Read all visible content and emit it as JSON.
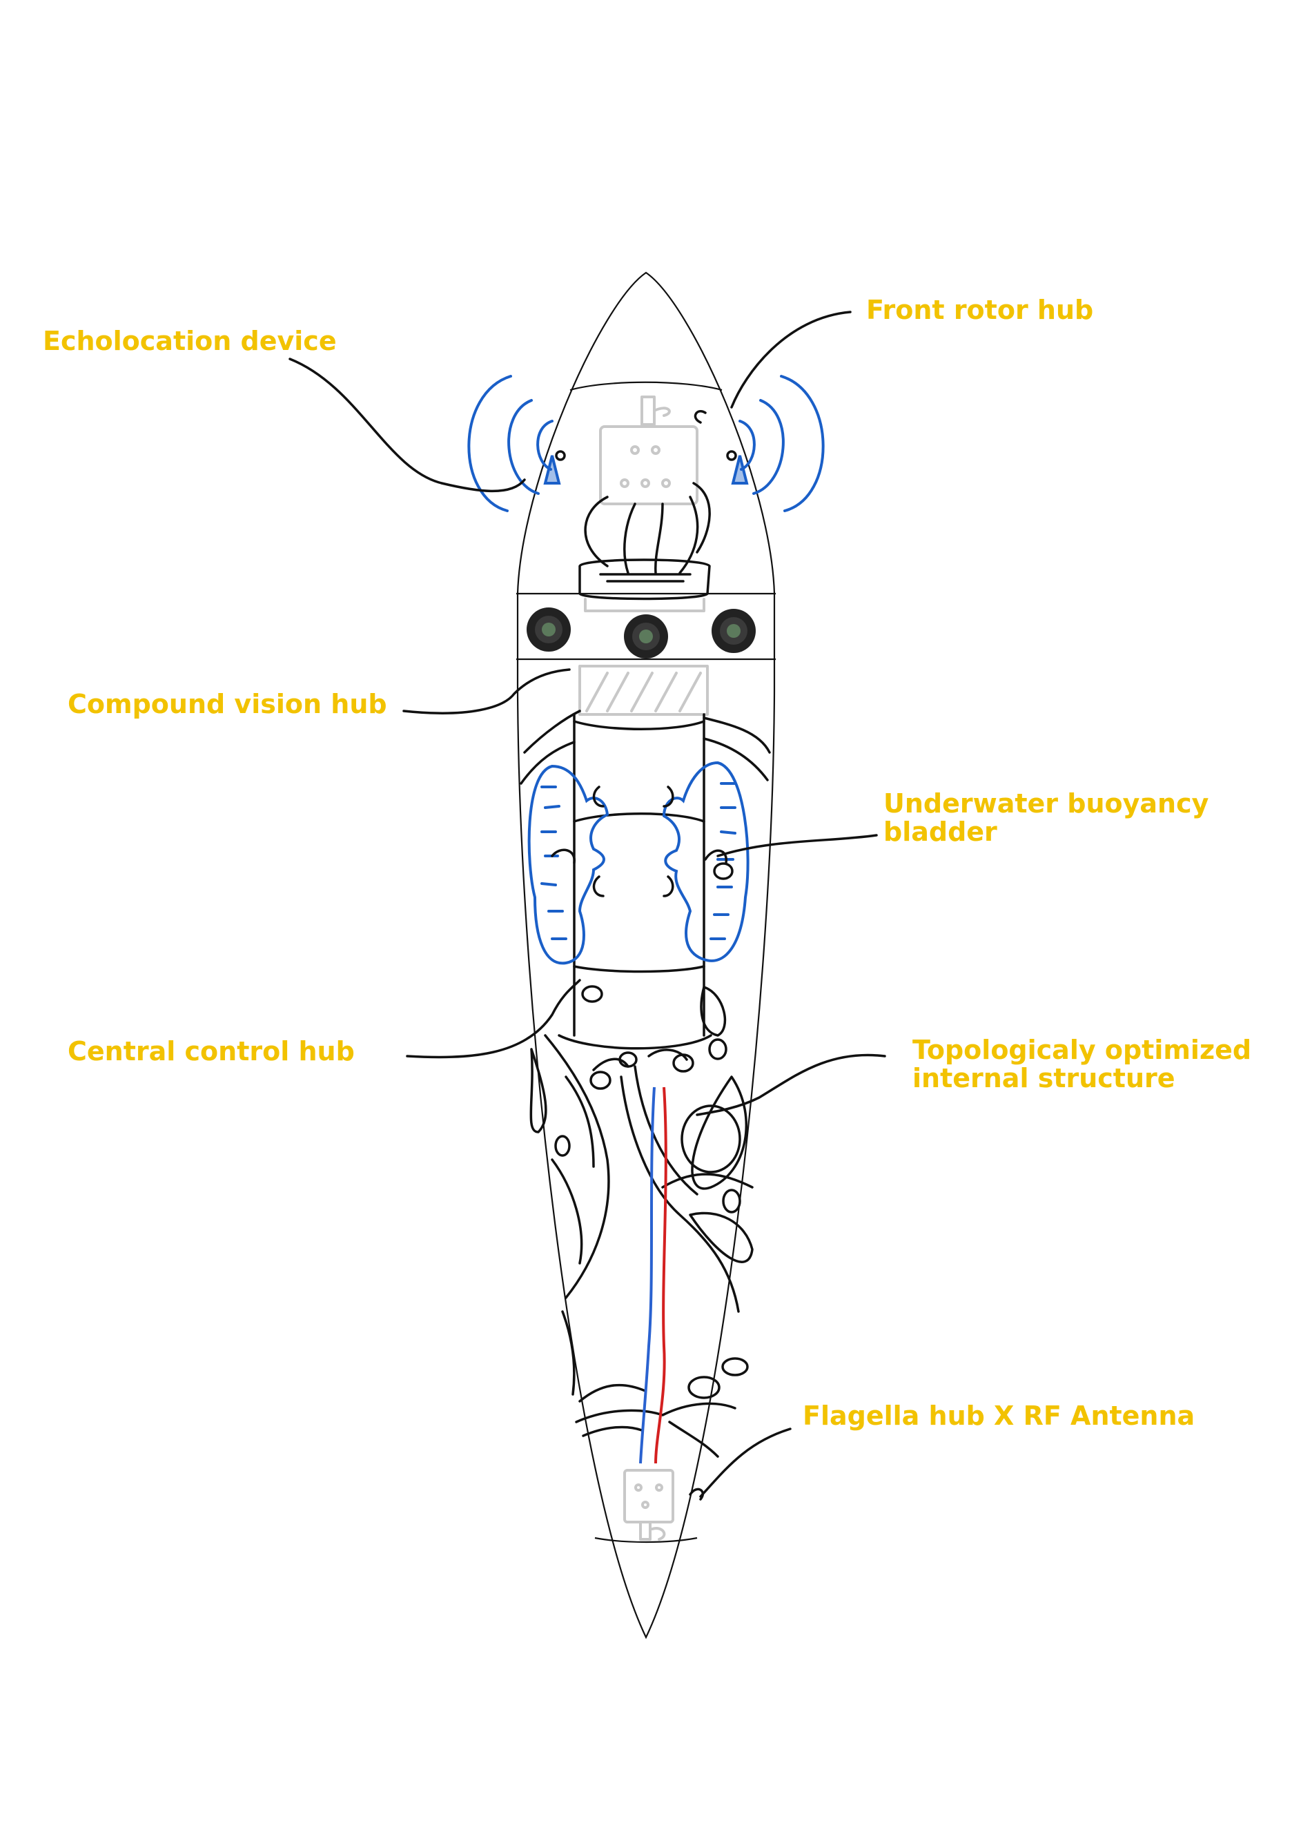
{
  "labels": {
    "echolocation": "Echolocation device",
    "front_rotor": "Front rotor hub",
    "compound_vision": "Compound vision hub",
    "buoyancy_line1": "Underwater buoyancy",
    "buoyancy_line2": "bladder",
    "central_control": "Central control hub",
    "topology_line1": "Topologicaly optimized",
    "topology_line2": "internal structure",
    "flagella": "Flagella hub X RF Antenna"
  },
  "colors": {
    "label": "#f2c200",
    "outline": "#111111",
    "bladder": "#1a5fc8",
    "hardware": "#c8c8c8",
    "wire_red": "#d42020",
    "wire_blue": "#2a62d0"
  }
}
